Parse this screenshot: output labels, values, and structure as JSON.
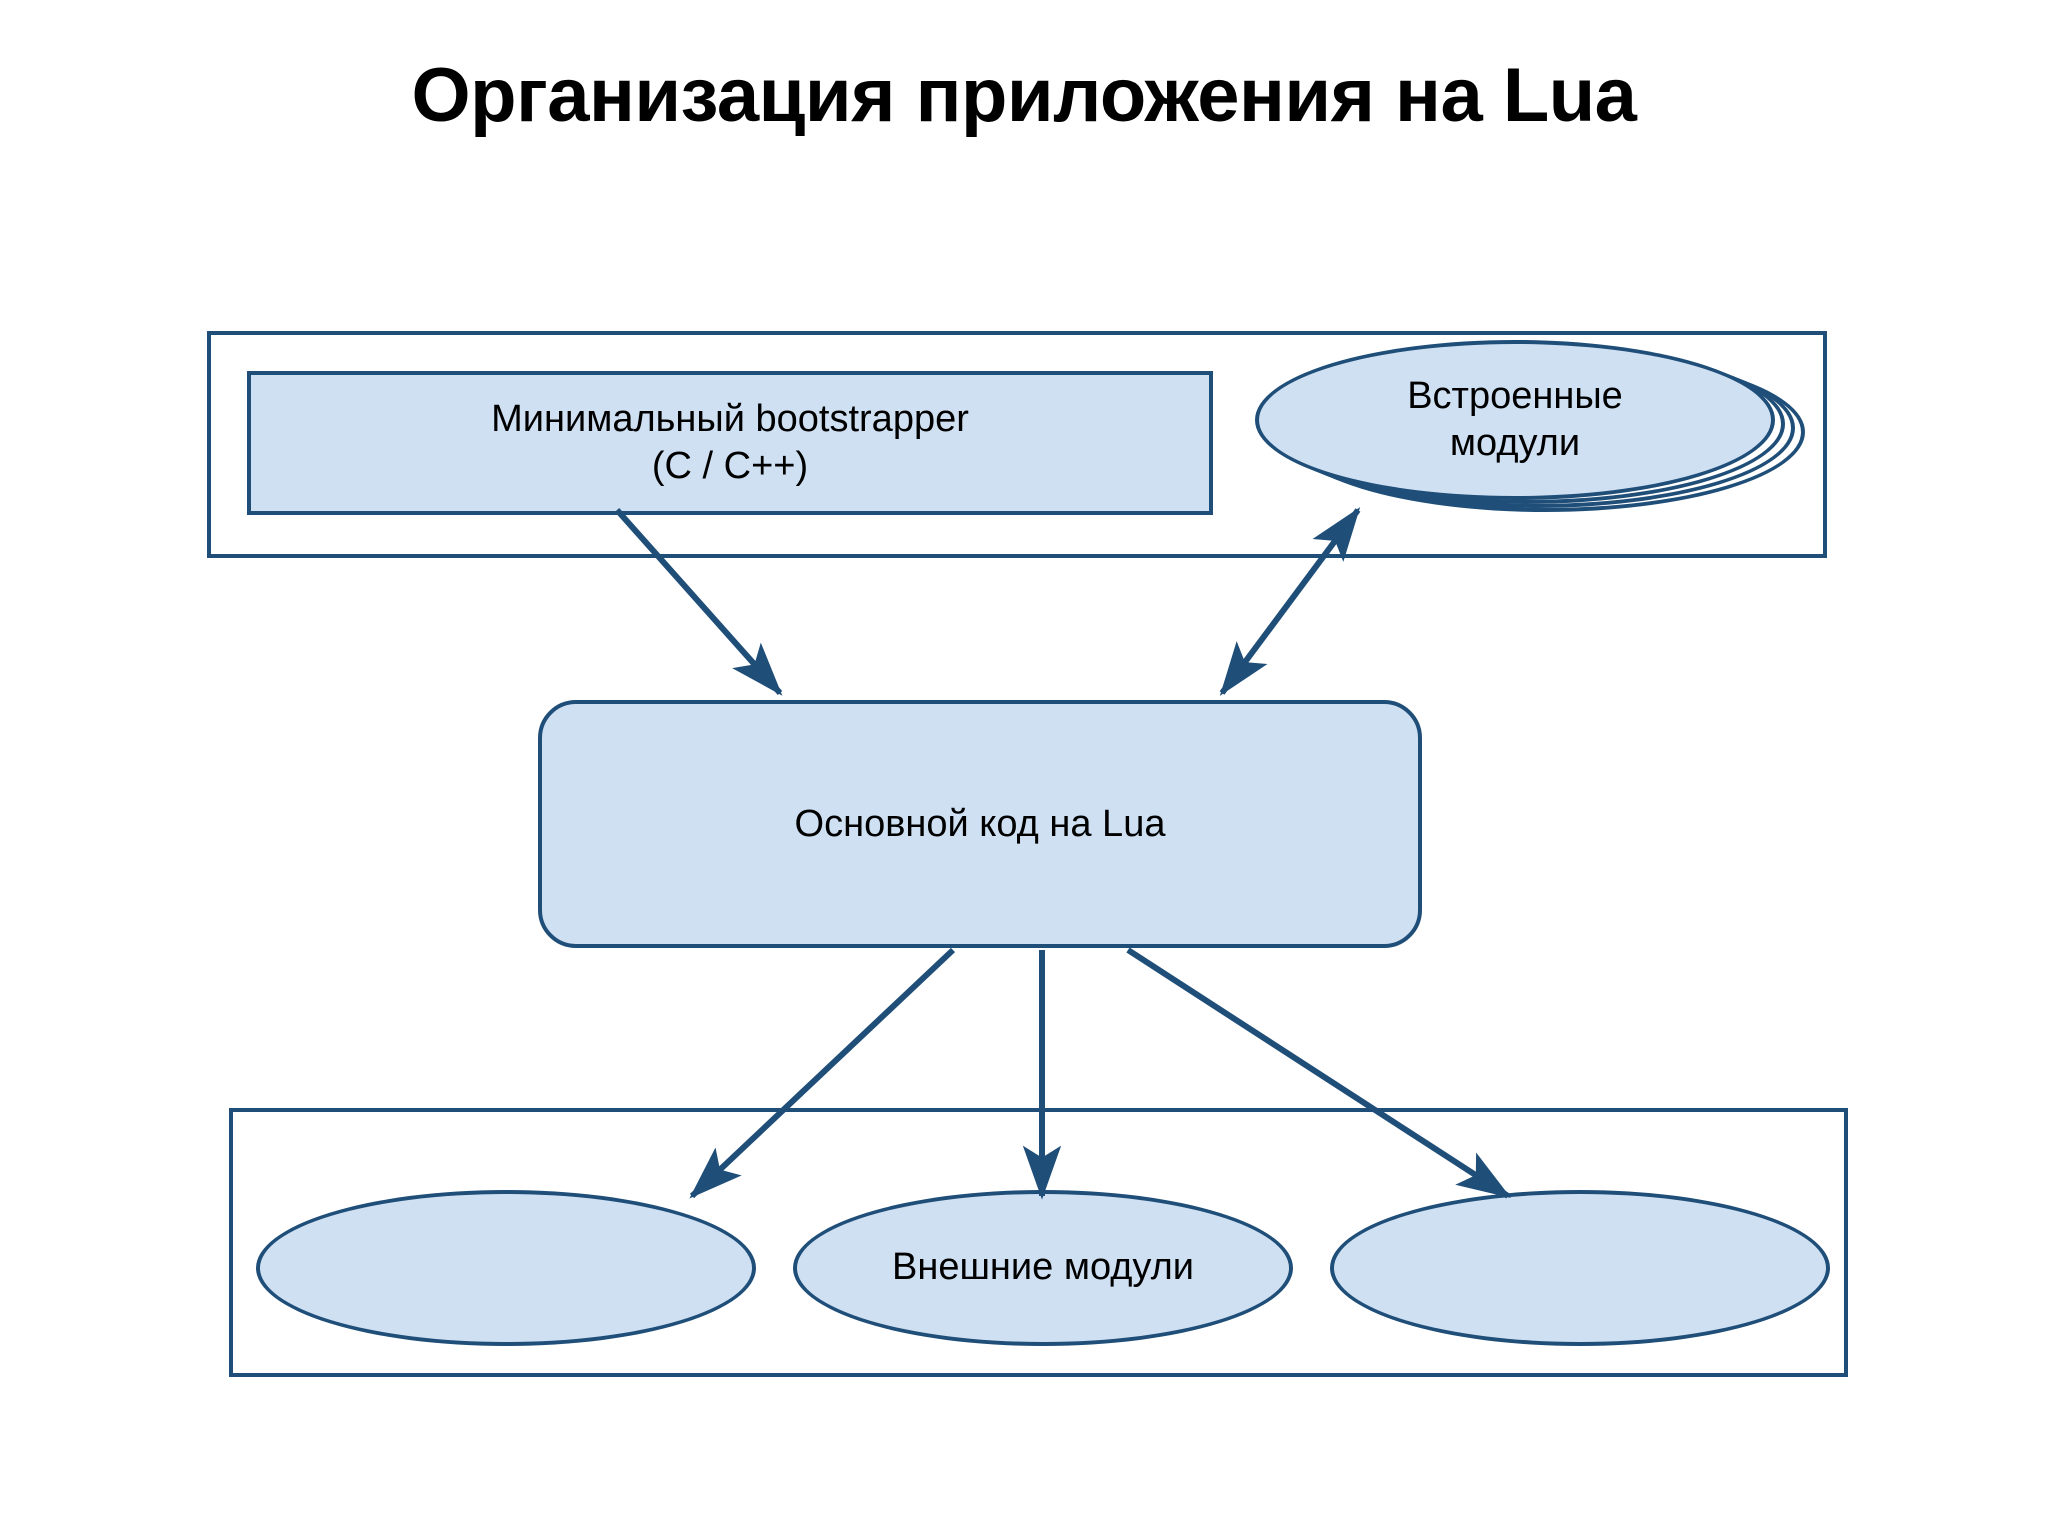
{
  "slide": {
    "title": "Организация приложения на Lua",
    "background": "#ffffff"
  },
  "colors": {
    "shape_fill": "#cfe0f3",
    "shape_stroke": "#1f4e79",
    "text": "#000000",
    "arrow": "#1f4e79"
  },
  "diagram": {
    "type": "block-diagram",
    "groups": [
      {
        "name": "top-group",
        "label": ""
      },
      {
        "name": "bottom-group",
        "label": ""
      }
    ],
    "nodes": [
      {
        "id": "bootstrapper",
        "shape": "rectangle",
        "line1": "Минимальный bootstrapper",
        "line2": "(C / C++)"
      },
      {
        "id": "builtin-modules",
        "shape": "stacked-ellipse",
        "line1": "Встроенные",
        "line2": "модули"
      },
      {
        "id": "main-lua-code",
        "shape": "rounded-rectangle",
        "label": "Основной код на Lua"
      },
      {
        "id": "external-module-left",
        "shape": "ellipse",
        "label": ""
      },
      {
        "id": "external-modules-center",
        "shape": "ellipse",
        "label": "Внешние модули"
      },
      {
        "id": "external-module-right",
        "shape": "ellipse",
        "label": ""
      }
    ],
    "edges": [
      {
        "id": "edge-bootstrapper-to-main",
        "from": "bootstrapper",
        "to": "main-lua-code",
        "arrowheads": "end"
      },
      {
        "id": "edge-builtin-main-bidirectional",
        "from": "builtin-modules",
        "to": "main-lua-code",
        "arrowheads": "both"
      },
      {
        "id": "edge-main-to-external-left",
        "from": "main-lua-code",
        "to": "external-module-left",
        "arrowheads": "end"
      },
      {
        "id": "edge-main-to-external-center",
        "from": "main-lua-code",
        "to": "external-modules-center",
        "arrowheads": "end"
      },
      {
        "id": "edge-main-to-external-right",
        "from": "main-lua-code",
        "to": "external-module-right",
        "arrowheads": "end"
      }
    ]
  }
}
